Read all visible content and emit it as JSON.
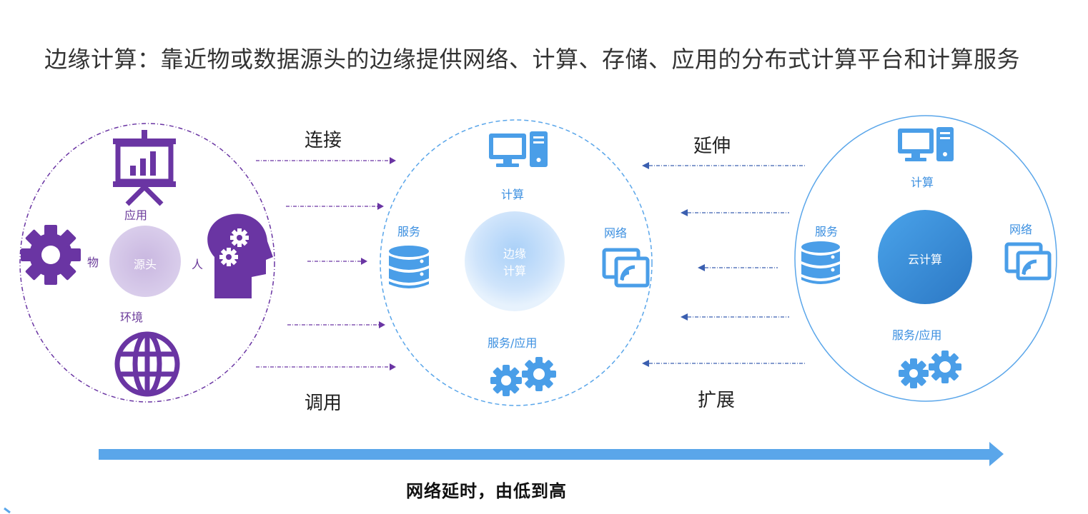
{
  "title": "边缘计算：靠近物或数据源头的边缘提供网络、计算、存储、应用的分布式计算平台和计算服务",
  "source": {
    "center": "源头",
    "top": "应用",
    "left": "物",
    "right": "人",
    "bottom": "环境"
  },
  "edge": {
    "center_line1": "边缘",
    "center_line2": "计算",
    "compute": "计算",
    "service": "服务",
    "network": "网络",
    "service_app": "服务/应用"
  },
  "cloud": {
    "center": "云计算",
    "compute": "计算",
    "service": "服务",
    "network": "网络",
    "service_app": "服务/应用"
  },
  "arrows_left": {
    "top_label": "连接",
    "bottom_label": "调用"
  },
  "arrows_right": {
    "top_label": "延伸",
    "bottom_label": "扩展"
  },
  "latency_caption": "网络延时，由低到高",
  "colors": {
    "purple": "#6a35a3",
    "blue": "#4a9ee8",
    "arrow_blue": "#5aa6ea",
    "cloud_center": "#3a93dd"
  },
  "icons": [
    "presentation-chart-icon",
    "gear-icon",
    "head-gears-icon",
    "globe-icon",
    "monitor-icon",
    "database-icon",
    "wifi-screen-icon",
    "gears-icon"
  ]
}
